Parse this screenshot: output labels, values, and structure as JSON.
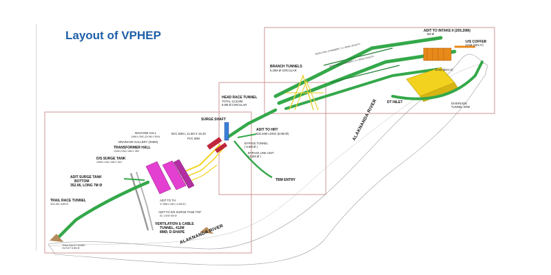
{
  "title": "Layout of VPHEP",
  "labels": {
    "adit_intake": "ADIT TO INTAKE II (205.20M)",
    "adit_intake_2": "6M Ø",
    "us_coffer": "U/S COFFER",
    "us_coffer_2": "DAM (28m H)",
    "desilting_1": "DESILTING CHAMBER ( 3 ) 390M LENGTH",
    "desilting_2": "DESILTING CHAMBER ( 3 ) 390M LENGTH",
    "dam": "DAM (65m H)",
    "branch_tunnels": "BRANCH TUNNELS",
    "branch_tunnels_2": "6.20M Ø CIRCULAR",
    "diversion_tunnel": "DIVERSION",
    "diversion_tunnel_2": "TUNNEL 4/6M",
    "dt_inlet": "DT INLET",
    "hrt": "HEAD RACE TUNNEL",
    "hrt_2": "TOTAL 13,310M",
    "hrt_3": "8.8M Ø CIRCULAR",
    "adit_hrt": "ADIT TO HRT",
    "adit_hrt_2": "632.40M LONG (6.8M Ø)",
    "bypass": "BYPASS TUNNEL",
    "bypass_2": "( 5.5M Ø )",
    "bypass_link": "BYPASS LINK ADIT",
    "bypass_link_2": "( 5.5M Ø )",
    "tbm_entry": "TBM ENTRY",
    "surge_shaft": "SURGE SHAFT",
    "bvc": "BVC 50M L 11.5M X 19.2H",
    "pvc": "PVC 50M",
    "machine_hall": "MACHINE HALL",
    "machine_hall_2": "146M LONG (20.5M X 50H)",
    "drainage": "DRAINAGE GALLERY (3X6M)",
    "transformer": "TRANSFORMER HALL",
    "transformer_2": "132M LONG 16M X 28H",
    "ds_surge": "D/S SURGE TANK",
    "ds_surge_2": "150M LONG 16M X 34H",
    "adit_surge": "ADIT SURGE  TANK",
    "adit_surge_2": "BOTTOM",
    "adit_surge_3": "352.06, LONG 7M Ø",
    "trt": "TRAIL RACE TUNNEL",
    "trt_2": "3011.6M, 8.8M Ø",
    "trt_outlet": "TRAIL RACE TUNNEL",
    "trt_outlet_2": "OUTLET 8.8M Ø",
    "adit_th": "ADIT TO TH",
    "adit_th_2": "47.58M LONG ( 6.5M Ø )",
    "adit_ds": "ADIT TO D/S SURGE TANK TOP",
    "adit_ds_2": "52, LONG 6M Ø",
    "ventilation": "VENTILATION & CABLE",
    "ventilation_2": "TUNNEL, 412M",
    "ventilation_3": "8MØ, D-SHAPE",
    "river_1": "ALAKNANDA RIVER",
    "river_2": "ALAKNANDA RIVER"
  },
  "colors": {
    "tunnel": "#34a84a",
    "tunnel_dark": "#1e7d33",
    "cavern_magenta": "#e33fd0",
    "cavern_red": "#c0263a",
    "shaft_blue": "#3b7fd6",
    "yellow": "#f2d21e",
    "orange": "#e88a1a",
    "frame": "#c98a8a",
    "title": "#1f5fa8"
  }
}
